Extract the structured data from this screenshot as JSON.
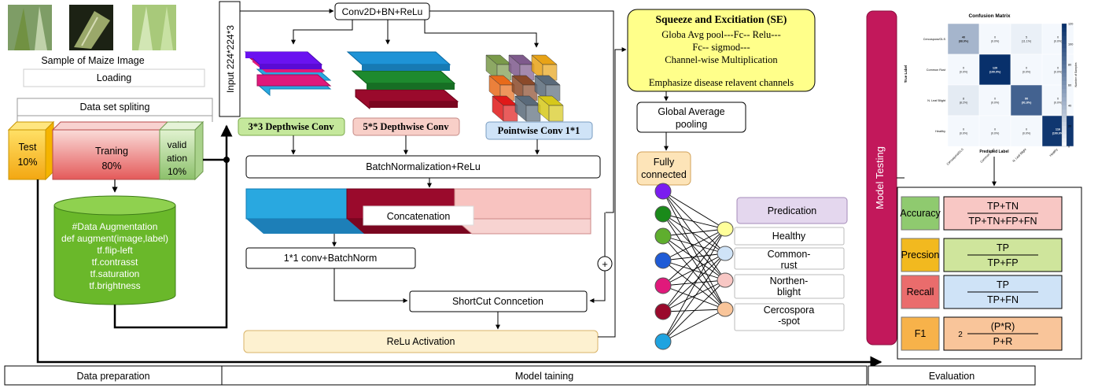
{
  "data_prep": {
    "sample_label": "Sample of Maize Image",
    "loading": "Loading",
    "split": "Data set spliting",
    "test_l1": "Test",
    "test_l2": "10%",
    "train_l1": "Traning",
    "train_l2": "80%",
    "val_l1": "valid",
    "val_l2": "ation",
    "val_l3": "10%",
    "aug_lines": [
      "#Data Augmentation",
      "def augment(image,label)",
      "tf.flip-left",
      "tf.contrasst",
      "tf.saturation",
      "tf.brightness"
    ]
  },
  "model": {
    "input": "Input 224*224*3",
    "conv2d": "Conv2D+BN+ReLu",
    "dw3": "3*3 Depthwise Conv",
    "dw5": "5*5 Depthwise Conv",
    "pw": "Pointwise Conv 1*1",
    "bn_relu": "BatchNormalization+ReLu",
    "concat": "Concatenation",
    "conv1": "1*1 conv+BatchNorm",
    "shortcut": "ShortCut Conncetion",
    "relu": "ReLu Activation",
    "plus": "+"
  },
  "se": {
    "title": "Squeeze and Excitiation (SE)",
    "line1": "Globa Avg pool---Fc-- Relu---",
    "line2": "Fc-- sigmod---",
    "line3": "Channel-wise Multiplication",
    "line4": "Emphasize disease relavent channels",
    "gap_l1": "Global Average",
    "gap_l2": "pooling",
    "fc_l1": "Fully",
    "fc_l2": "connected"
  },
  "prediction": {
    "title": "Predication",
    "classes": [
      [
        "Healthy"
      ],
      [
        "Common-",
        "rust"
      ],
      [
        "Northen-",
        "blight"
      ],
      [
        "Cercospora",
        "-spot"
      ]
    ]
  },
  "testing": {
    "label": "Model Testing",
    "cm_title": "Confusion Matrix",
    "cm_ylabel": "True Label",
    "cm_xlabel": "Predicted Label",
    "cm_classes": [
      "Cercospora/GLS",
      "Common Rust",
      "N. Leaf Blight",
      "Healthy"
    ],
    "cm_cells": [
      [
        "40",
        "(88.9%)",
        "0",
        "(0.0%)",
        "5",
        "(11.1%)",
        "0",
        "(0.0%)"
      ],
      [
        "0",
        "(0.0%)",
        "120",
        "(100.0%)",
        "0",
        "(0.0%)",
        "0",
        "(0.0%)"
      ],
      [
        "8",
        "(8.2%)",
        "0",
        "(0.0%)",
        "90",
        "(91.8%)",
        "0",
        "(0.0%)"
      ],
      [
        "0",
        "(0.0%)",
        "0",
        "(0.0%)",
        "0",
        "(0.0%)",
        "116",
        "(100.0%)"
      ]
    ],
    "cm_values": [
      [
        40,
        0,
        5,
        0
      ],
      [
        0,
        120,
        0,
        0
      ],
      [
        8,
        0,
        90,
        0
      ],
      [
        0,
        0,
        0,
        116
      ]
    ],
    "cm_scale_ticks": [
      "120",
      "100",
      "80",
      "60",
      "40",
      "20",
      "0"
    ],
    "cm_scale_label": "Number of Samples"
  },
  "metrics": [
    {
      "name": "Accuracy",
      "num": "TP+TN",
      "den": "TP+TN+FP+FN",
      "name_color": "#8fca6f",
      "box_color": "#f8c7c4"
    },
    {
      "name": "Precsion",
      "num": "TP",
      "den": "TP+FP",
      "name_color": "#f2b91f",
      "box_color": "#cfe59c"
    },
    {
      "name": "Recall",
      "num": "TP",
      "den": "TP+FN",
      "name_color": "#ea6c6c",
      "box_color": "#cfe3f7"
    },
    {
      "name": "F1",
      "num": "(P*R)",
      "den": "P+R",
      "prefix": "2",
      "name_color": "#f7b24a",
      "box_color": "#f9c59a"
    }
  ],
  "footer": {
    "prep": "Data preparation",
    "train": "Model taining",
    "eval": "Evaluation"
  }
}
